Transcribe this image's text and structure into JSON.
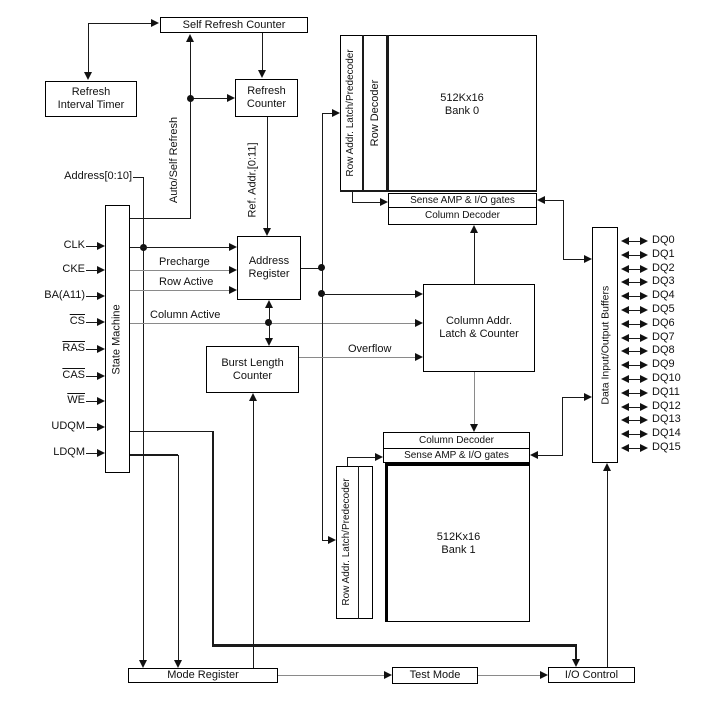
{
  "blocks": {
    "self_refresh_counter": "Self Refresh Counter",
    "refresh_interval_timer": {
      "line1": "Refresh",
      "line2": "Interval Timer"
    },
    "refresh_counter": {
      "line1": "Refresh",
      "line2": "Counter"
    },
    "address_register": {
      "line1": "Address",
      "line2": "Register"
    },
    "state_machine": "State Machine",
    "burst_length_counter": {
      "line1": "Burst Length",
      "line2": "Counter"
    },
    "column_addr_latch_counter": {
      "line1": "Column Addr.",
      "line2": "Latch & Counter"
    },
    "bank0": {
      "row_addr_latch": "Row Addr. Latch/Predecoder",
      "row_decoder": "Row Decoder",
      "array_line1": "512Kx16",
      "array_line2": "Bank 0",
      "sense_amp": "Sense AMP & I/O gates",
      "column_decoder": "Column Decoder"
    },
    "bank1": {
      "row_addr_latch": "Row Addr. Latch/Predecoder",
      "array_line1": "512Kx16",
      "array_line2": "Bank 1",
      "sense_amp": "Sense AMP & I/O gates",
      "column_decoder": "Column Decoder"
    },
    "data_io_buffers": "Data Input/Output Buffers",
    "mode_register": "Mode Register",
    "test_mode": "Test Mode",
    "io_control": "I/O Control"
  },
  "inputs": {
    "address": "Address[0:10]",
    "clk": "CLK",
    "cke": "CKE",
    "ba": "BA(A11)",
    "cs": "CS",
    "ras": "RAS",
    "cas": "CAS",
    "we": "WE",
    "udqm": "UDQM",
    "ldqm": "LDQM"
  },
  "outputs": {
    "dq": [
      "DQ0",
      "DQ1",
      "DQ2",
      "DQ3",
      "DQ4",
      "DQ5",
      "DQ6",
      "DQ7",
      "DQ8",
      "DQ9",
      "DQ10",
      "DQ11",
      "DQ12",
      "DQ13",
      "DQ14",
      "DQ15"
    ]
  },
  "wire_labels": {
    "auto_self_refresh": "Auto/Self Refresh",
    "ref_addr": "Ref. Addr.[0:11]",
    "precharge": "Precharge",
    "row_active": "Row Active",
    "column_active": "Column Active",
    "overflow": "Overflow"
  },
  "colors": {
    "line": "#1a1a1a",
    "gray_line": "#8a8a8a",
    "background": "#ffffff",
    "text": "#111111"
  }
}
